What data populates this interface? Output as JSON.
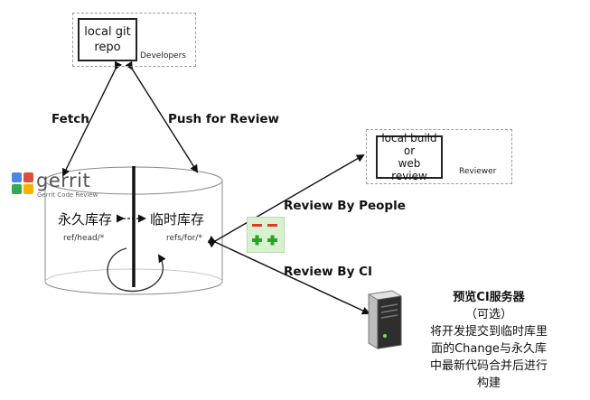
{
  "developer_node": {
    "repo_label_line1": "local git",
    "repo_label_line2": "repo",
    "role": "Developers"
  },
  "reviewer_node": {
    "line1": "local build",
    "line2": "or",
    "line3": "web review",
    "role": "Reviewer"
  },
  "gerrit": {
    "logo_text": "gerrit",
    "logo_subtitle": "Gerrit Code Review"
  },
  "repository": {
    "permanent_label": "永久库存",
    "permanent_ref": "ref/head/*",
    "temporary_label": "临时库存",
    "temporary_ref": "refs/for/*"
  },
  "edges": {
    "fetch": "Fetch",
    "push": "Push for Review",
    "review_people": "Review By People",
    "review_ci": "Review By CI"
  },
  "ci_server": {
    "title": "预览CI服务器",
    "optional": "（可选）",
    "desc1": "将开发提交到临时库里",
    "desc2": "面的Change与永久库",
    "desc3": "中最新代码合并后进行",
    "desc4": "构建"
  },
  "colors": {
    "review_minus": "#d93a2b",
    "review_plus": "#2ea12e",
    "review_badge_bg": "#d8f2cf",
    "gerrit_blue": "#4a86e8",
    "gerrit_red": "#e04b3c",
    "gerrit_yellow": "#f4b400",
    "gerrit_green": "#34a853"
  }
}
